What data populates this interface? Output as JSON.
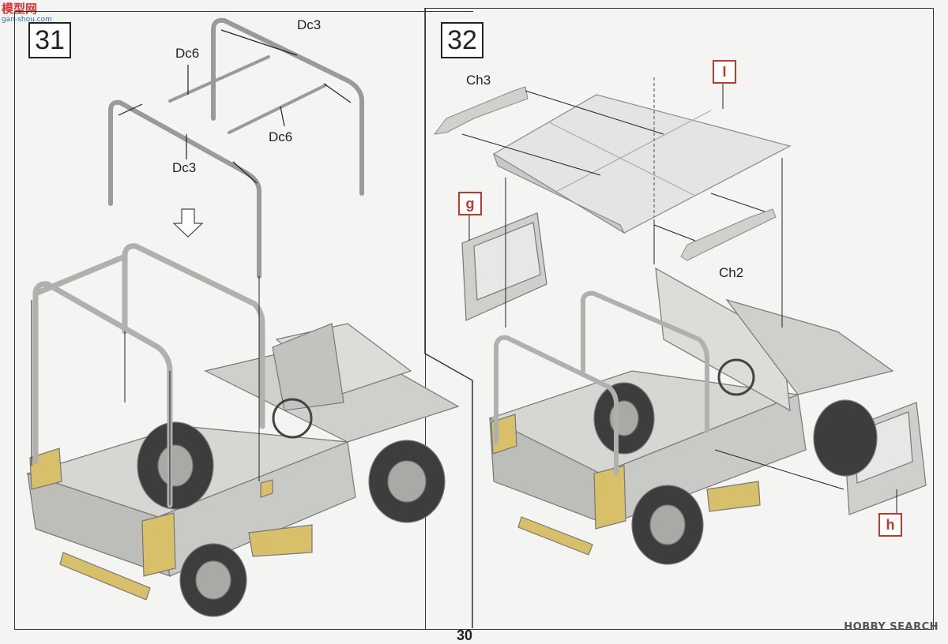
{
  "logo": {
    "text": "模型网",
    "subtext": "gan-shou.com"
  },
  "step31": {
    "number": "31",
    "parts": {
      "dc3_top": "Dc3",
      "dc6_left": "Dc6",
      "dc6_right": "Dc6",
      "dc3_bottom": "Dc3"
    }
  },
  "step32": {
    "number": "32",
    "parts": {
      "ch3": "Ch3",
      "ch2": "Ch2"
    },
    "markers": {
      "i": "I",
      "g": "g",
      "h": "h"
    }
  },
  "watermark": "HOBBY SEARCH",
  "page_number": "30",
  "colors": {
    "marker_red": "#c0392b",
    "vehicle_grey": "#c9c9c6",
    "accent_yellow": "#d8c06a"
  }
}
